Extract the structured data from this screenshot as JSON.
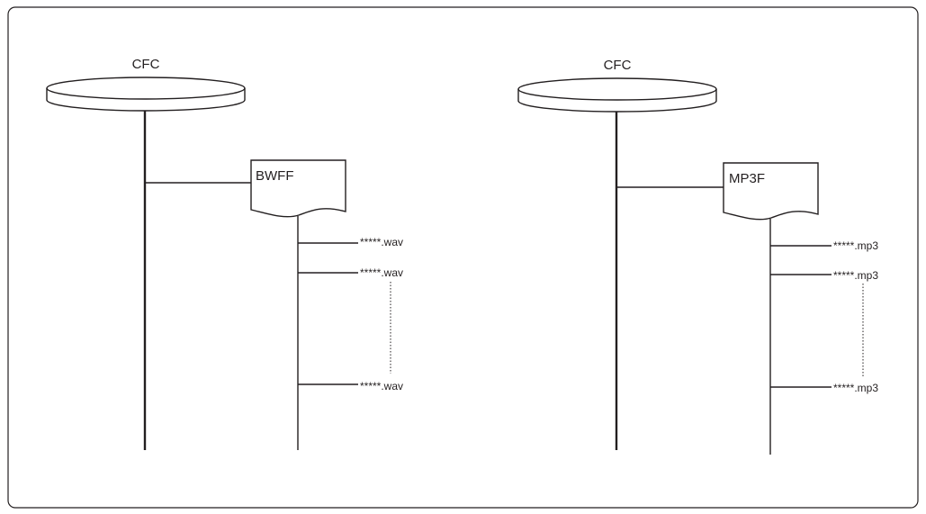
{
  "left_tree": {
    "storage_label": "CFC",
    "folder_label": "BWFF",
    "files": [
      "*****.wav",
      "*****.wav",
      "*****.wav"
    ]
  },
  "right_tree": {
    "storage_label": "CFC",
    "folder_label": "MP3F",
    "files": [
      "*****.mp3",
      "*****.mp3",
      "*****.mp3"
    ]
  }
}
